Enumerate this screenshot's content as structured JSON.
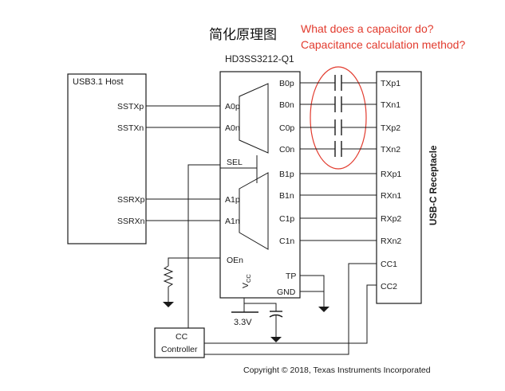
{
  "title": "简化原理图",
  "part_number": "HD3SS3212-Q1",
  "annotations": {
    "question_1": "What does a capacitor do?",
    "question_2": "Capacitance calculation method?",
    "highlight_color": "#e23b2e"
  },
  "host": {
    "title": "USB3.1 Host",
    "pins": [
      "SSTXp",
      "SSTXn",
      "SSRXp",
      "SSRXn"
    ]
  },
  "chip": {
    "left_pins": [
      "A0p",
      "A0n",
      "SEL",
      "A1p",
      "A1n",
      "OEn"
    ],
    "right_pins": [
      "B0p",
      "B0n",
      "C0p",
      "C0n",
      "B1p",
      "B1n",
      "C1p",
      "C1n",
      "TP",
      "GND"
    ],
    "vcc_label": "V",
    "vcc_sub": "CC"
  },
  "receptacle": {
    "title": "USB-C Receptacle",
    "pins": [
      "TXp1",
      "TXn1",
      "TXp2",
      "TXn2",
      "RXp1",
      "RXn1",
      "RXp2",
      "RXn2",
      "CC1",
      "CC2"
    ]
  },
  "supply": "3.3V",
  "cc_controller": {
    "line1": "CC",
    "line2": "Controller"
  },
  "copyright": "Copyright © 2018, Texas Instruments Incorporated"
}
